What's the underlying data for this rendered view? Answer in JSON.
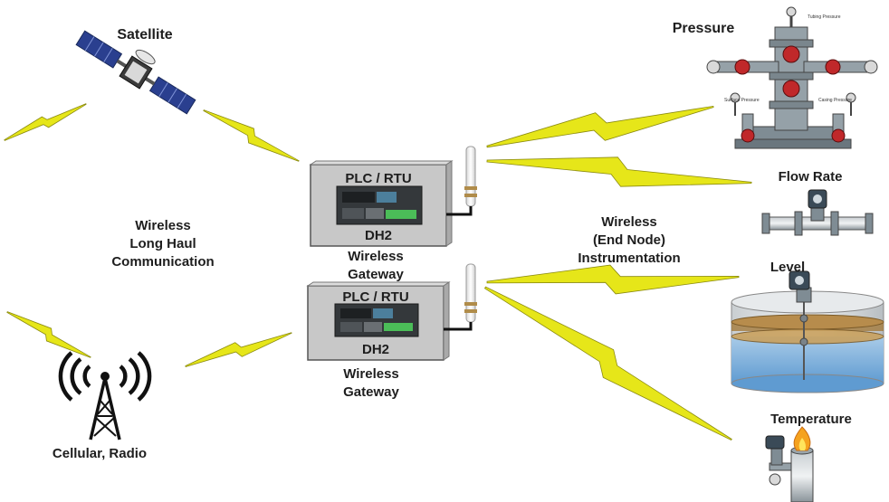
{
  "labels": {
    "satellite": "Satellite",
    "long_haul": [
      "Wireless",
      "Long Haul",
      "Communication"
    ],
    "cellular": "Cellular, Radio",
    "end_node": [
      "Wireless",
      "(End Node)",
      "Instrumentation"
    ],
    "pressure": "Pressure",
    "flow_rate": "Flow Rate",
    "level": "Level",
    "temperature": "Temperature"
  },
  "gateways": [
    {
      "title": "PLC / RTU",
      "model": "DH2",
      "caption": [
        "Wireless",
        "Gateway"
      ]
    },
    {
      "title": "PLC / RTU",
      "model": "DH2",
      "caption": [
        "Wireless",
        "Gateway"
      ]
    }
  ],
  "wellhead_tags": [
    "Tubing Pressure",
    "Surface Pressure",
    "Casing Pressure"
  ],
  "colors": {
    "bolt": "#e6e619",
    "bolt_edge": "#8a8a10",
    "box": "#c8c8c8",
    "steel": "#7f8c94",
    "valve": "#c0282a",
    "water": "#7fb2dd",
    "flame": "#f5a21e"
  }
}
